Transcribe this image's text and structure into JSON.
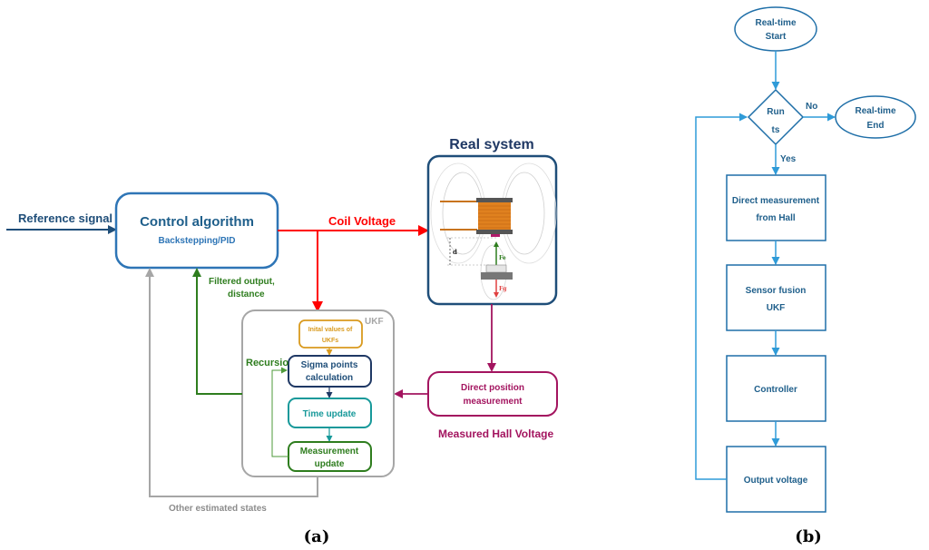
{
  "panel_a": {
    "label": "(a)",
    "reference_signal": "Reference signal",
    "control_box": {
      "title": "Control algorithm",
      "subtitle": "Backstepping/PID"
    },
    "coil_voltage": "Coil Voltage",
    "real_system": {
      "title": "Real system",
      "labels": {
        "d": "d",
        "fe": "Fe",
        "fg": "Fg"
      }
    },
    "filtered_output": {
      "line1": "Filtered output,",
      "line2": "distance"
    },
    "ukf": {
      "label": "UKF",
      "initial": {
        "line1": "Inital values of",
        "line2": "UKFs"
      },
      "recursion": "Recursio",
      "sigma": {
        "line1": "Sigma points",
        "line2": "calculation"
      },
      "time_update": "Time update",
      "measurement": {
        "line1": "Measurement",
        "line2": "update"
      }
    },
    "direct_position": {
      "line1": "Direct position",
      "line2": "measurement"
    },
    "measured_hall": "Measured Hall Voltage",
    "other_states": "Other estimated states"
  },
  "panel_b": {
    "label": "(b)",
    "start": {
      "line1": "Real-time",
      "line2": "Start"
    },
    "decision": {
      "line1": "Run",
      "line2": "ts"
    },
    "no": "No",
    "yes": "Yes",
    "end": {
      "line1": "Real-time",
      "line2": "End"
    },
    "steps": [
      {
        "line1": "Direct measurement",
        "line2": "from Hall"
      },
      {
        "line1": "Sensor fusion",
        "line2": "UKF"
      },
      {
        "line1": "Controller",
        "line2": ""
      },
      {
        "line1": "Output voltage",
        "line2": ""
      }
    ]
  },
  "colors": {
    "dark_blue": "#1f4e79",
    "mid_blue": "#2e75b6",
    "red": "#ff0000",
    "green": "#2e7d1e",
    "gray": "#a6a6a6",
    "magenta": "#a3145f",
    "orange": "#d99a1e",
    "navy": "#1f3864",
    "teal": "#17999a",
    "flow_blue": "#2f9bd8",
    "flow_text": "#1f5f8b"
  }
}
